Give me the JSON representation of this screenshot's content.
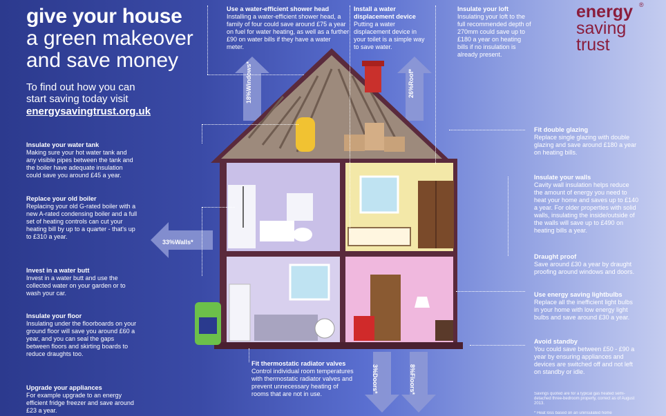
{
  "header": {
    "title_line1": "give your house",
    "title_line2": "a green makeover",
    "title_line3": "and save money",
    "lead_line1": "To find out how you can",
    "lead_line2": "start saving today visit",
    "url": "energysavingtrust.org.uk"
  },
  "logo": {
    "line1": "energy",
    "line2": "saving",
    "line3": "trust",
    "mark": "®"
  },
  "tips": {
    "shower": {
      "title": "Use a water-efficient shower head",
      "body": "Installing a water-efficient shower head, a family of four could save around £75 a year on fuel for water heating, as well as a further £90 on water bills if they have a water meter."
    },
    "toilet": {
      "title": "Install a water displacement device",
      "body": "Putting a water displacement device in your toilet is a simple way to save water."
    },
    "loft": {
      "title": "Insulate your loft",
      "body": "Insulating your loft to the full recommended depth of 270mm could save up to £180 a year on heating bills if no insulation is already present."
    },
    "tank": {
      "title": "Insulate your water tank",
      "body": "Making sure your hot water tank and any visible pipes between the tank and the boiler have adequate insulation could save you around £45 a year."
    },
    "boiler": {
      "title": "Replace your old boiler",
      "body": "Replacing your old G-rated boiler with a new A-rated condensing boiler and a full set of heating controls can cut your heating bill by up to a quarter - that's up to £310 a year."
    },
    "butt": {
      "title": "Invest in a water butt",
      "body": "Invest in a water butt and use the collected water on your garden or to wash your car."
    },
    "floor": {
      "title": "Insulate your floor",
      "body": "Insulating under the floorboards on your ground floor will save you around £60 a year, and you can seal the gaps between floors and skirting boards to reduce draughts too."
    },
    "appliances": {
      "title": "Upgrade your appliances",
      "body": "For example upgrade to an energy efficient fridge freezer and save around £23 a year."
    },
    "radiator": {
      "title": "Fit thermostatic radiator valves",
      "body": "Control individual room temperatures with thermostatic radiator valves and prevent unnecessary heating of rooms that are not in use."
    },
    "glazing": {
      "title": "Fit double glazing",
      "body": "Replace single glazing with double glazing and save around £180 a year on heating bills."
    },
    "walls": {
      "title": "Insulate your walls",
      "body": "Cavity wall insulation helps reduce the amount of energy you need to heat your home and saves up to £140 a year. For older properties with solid walls, insulating the inside/outside of the walls will save up to £490 on heating bills a year."
    },
    "draught": {
      "title": "Draught proof",
      "body": "Save around £30 a year by draught proofing around windows and doors."
    },
    "bulbs": {
      "title": "Use energy saving lightbulbs",
      "body": "Replace all the inefficient light bulbs in your home with low energy light bulbs and save around £30 a year."
    },
    "standby": {
      "title": "Avoid standby",
      "body": "You could save between £50 - £90 a year by ensuring appliances and devices are switched off and not left on standby or idle."
    }
  },
  "heat_loss": {
    "windows": "18%Windows*",
    "roof": "26%Roof*",
    "walls": "33%Walls*",
    "doors": "3%Doors*",
    "floors": "8%Floors*"
  },
  "footnote": {
    "line1": "Savings quoted are for a typical gas heated semi-detached three-bedroom property, correct as of August 2013.",
    "line2": "* Heat loss based on an uninsulated home"
  },
  "colors": {
    "background_left": "#2c3a8e",
    "background_right": "#c4ccf0",
    "logo": "#8a1d3c",
    "roof": "#6e2b44",
    "bathroom": "#c9c0e8",
    "bedroom": "#f3e8a8",
    "kitchen": "#d8d0ee",
    "living_room": "#f0b8de"
  }
}
